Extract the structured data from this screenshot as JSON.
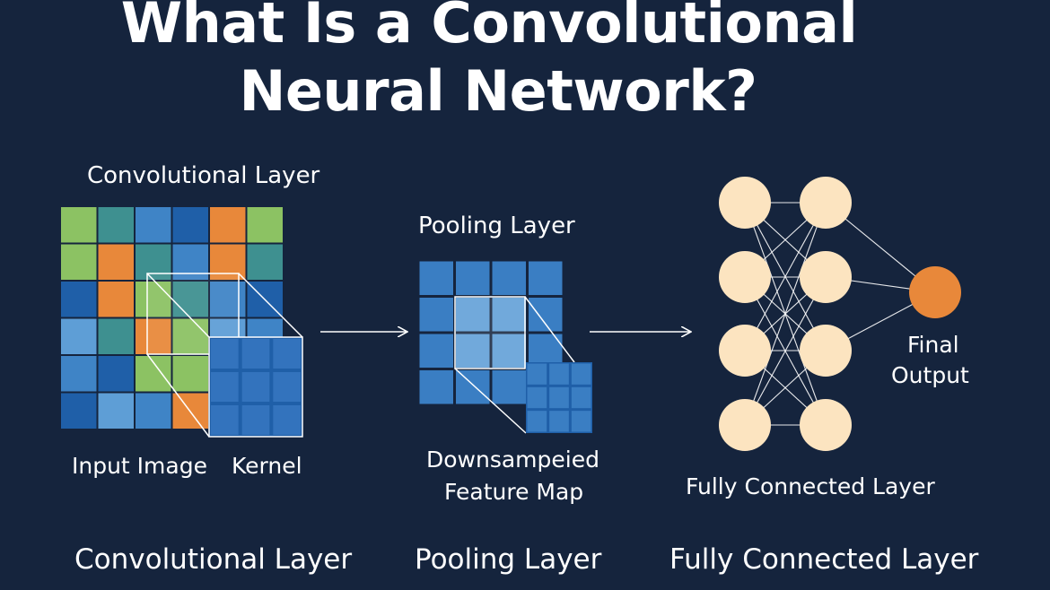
{
  "title": {
    "line1": "What Is a Convolutional",
    "line2": "Neural Network?"
  },
  "conv_section": {
    "heading": "Convolutional Layer",
    "input_label": "Input Image",
    "kernel_label": "Kernel"
  },
  "pool_section": {
    "heading": "Pooling Layer",
    "output_label_line1": "Downsampeied",
    "output_label_line2": "Feature Map"
  },
  "fc_section": {
    "label": "Fully Connected Layer",
    "output_label_line1": "Final",
    "output_label_line2": "Output"
  },
  "bottom_labels": [
    "Convolutional Layer",
    "Pooling Layer",
    "Fully Connected Layer"
  ],
  "colors": {
    "background": "#15243d",
    "green": "#8cc263",
    "teal": "#3e9090",
    "blue_mid": "#3f84c6",
    "blue_dark": "#1f5fa8",
    "blue_light": "#5e9ed6",
    "orange": "#e8883a",
    "node": "#fce4c0",
    "output_node": "#e8883a"
  },
  "input_grid": [
    [
      "green",
      "teal",
      "blue_mid",
      "blue_dark",
      "orange",
      "green"
    ],
    [
      "green",
      "orange",
      "teal",
      "blue_mid",
      "orange",
      "teal"
    ],
    [
      "blue_dark",
      "orange",
      "green",
      "teal",
      "blue_mid",
      "blue_dark"
    ],
    [
      "blue_light",
      "teal",
      "orange",
      "green",
      "blue_light",
      "blue_mid"
    ],
    [
      "blue_mid",
      "blue_dark",
      "green",
      "green",
      "blue_mid",
      "blue_dark"
    ],
    [
      "blue_dark",
      "blue_light",
      "blue_mid",
      "orange",
      "blue_mid",
      "blue_dark"
    ]
  ],
  "network": {
    "layer1_nodes": 4,
    "layer2_nodes": 4,
    "output_nodes": 1
  }
}
